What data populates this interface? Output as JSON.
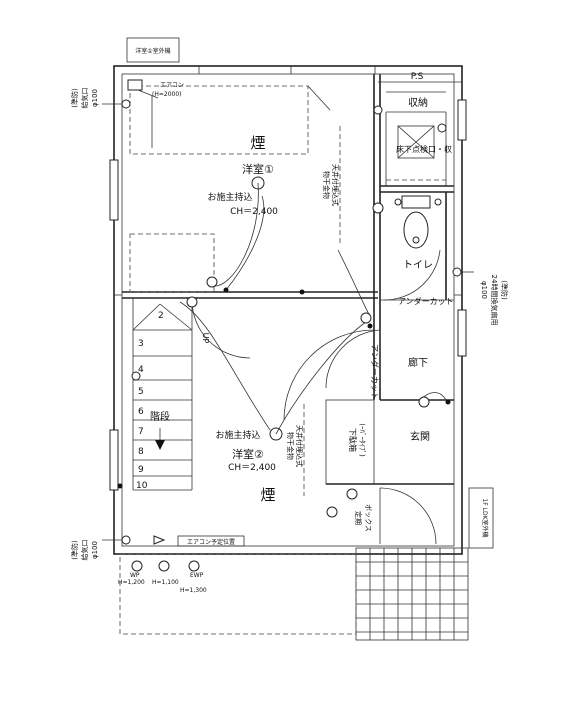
{
  "exterior": {
    "western_ac_outdoor": "洋室①室外機",
    "ldk_ac_outdoor": "1F LDK室外機",
    "ps": "P.S"
  },
  "vents": {
    "top_left": [
      "(準防)",
      "給気口",
      "φ100"
    ],
    "bottom_left": [
      "(準防)",
      "給気口",
      "φ100"
    ],
    "right": [
      "φ100",
      "24時間換気扇用",
      "(準防)"
    ]
  },
  "rooms": {
    "room1": {
      "name": "洋室①",
      "smoke": "煙",
      "owner_supplied": "お施主持込",
      "ceiling": "CH＝2,400",
      "fixture": [
        "物干金物",
        "天井付埋込式"
      ]
    },
    "room2": {
      "name": "洋室②",
      "smoke": "煙",
      "owner_supplied": "お施主持込",
      "ceiling": "CH＝2,400",
      "fixture": [
        "物干金物",
        "天井付埋込式"
      ]
    },
    "storage": "収納",
    "underfloor": "床下点検口・収",
    "toilet": "トイレ",
    "hall": "廊下",
    "entrance": "玄関",
    "stairs": "階段",
    "stair_numbers": [
      "2",
      "3",
      "4",
      "5",
      "6",
      "7",
      "8",
      "9",
      "10"
    ],
    "up_label": "UP",
    "shoe_box_lower": [
      "下駄箱",
      "(ｰﾊﾞｰﾀｲﾌﾟ)"
    ],
    "shoe_box_upper": [
      "定期",
      "ボックス"
    ]
  },
  "annotations": {
    "aircon": "エアコン",
    "aircon_spec": "(H=2000)",
    "aircon_sleeve": "エアコン予定位置",
    "undercut_1": "アンダーカット",
    "undercut_2": "アンダーカット",
    "outlet_a": "H=1,200",
    "outlet_b": "H=1,100",
    "outlet_c": "H=1,300",
    "outlet_a_code": "WP",
    "outlet_c_code": "EWP"
  }
}
